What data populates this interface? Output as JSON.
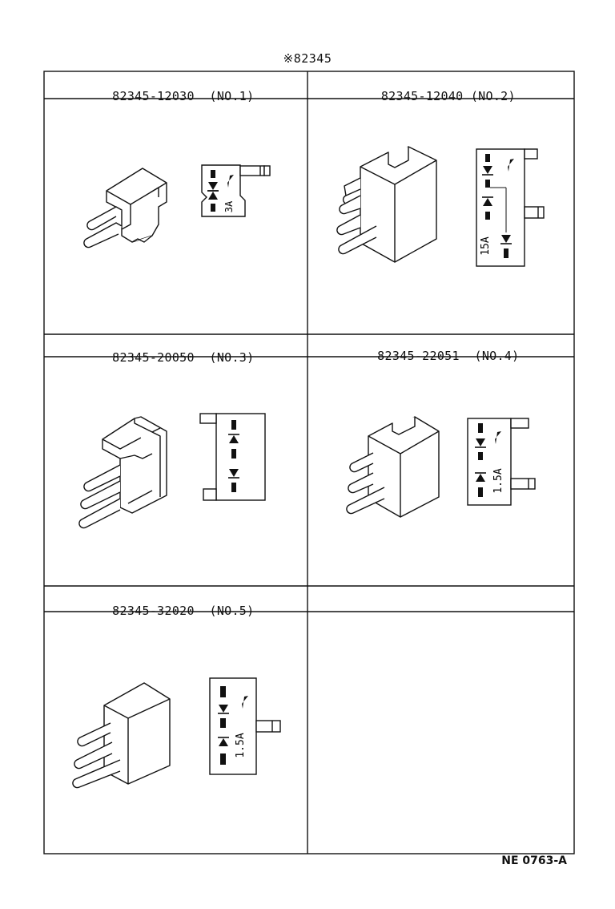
{
  "top_label": "※82345",
  "parts": [
    {
      "part_no": "82345-12030",
      "tag": "(NO.1)",
      "rating": "3A"
    },
    {
      "part_no": "82345-12040",
      "tag": "(NO.2)",
      "rating": "15A"
    },
    {
      "part_no": "82345-20050",
      "tag": "(NO.3)",
      "rating": ""
    },
    {
      "part_no": "82345-22051",
      "tag": "(NO.4)",
      "rating": "1.5A"
    },
    {
      "part_no": "82345-32020",
      "tag": "(NO.5)",
      "rating": "1.5A"
    }
  ],
  "footer_code": "NE 0763-A",
  "colors": {
    "ink": "#111111",
    "paper": "#ffffff"
  }
}
